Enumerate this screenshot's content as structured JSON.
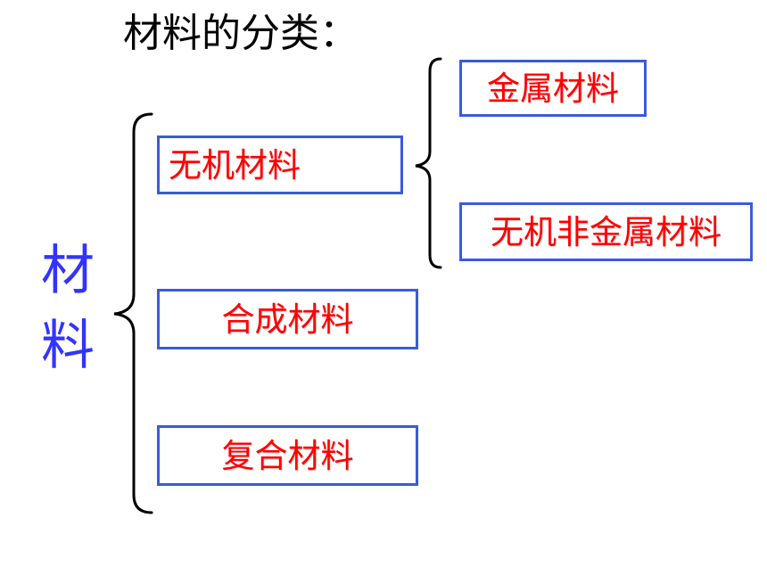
{
  "title": "材料的分类：",
  "root": {
    "label": "材料"
  },
  "categories": [
    {
      "id": "inorganic",
      "label": "无机材料"
    },
    {
      "id": "synthetic",
      "label": "合成材料"
    },
    {
      "id": "composite",
      "label": "复合材料"
    }
  ],
  "inorganic_subcategories": [
    {
      "id": "metal",
      "label": "金属材料"
    },
    {
      "id": "nonmetal",
      "label": "无机非金属材料"
    }
  ],
  "colors": {
    "title_text": "#000000",
    "root_text": "#3333ff",
    "box_text": "#ff0000",
    "box_border": "#3b5bdb",
    "brace": "#000000"
  }
}
